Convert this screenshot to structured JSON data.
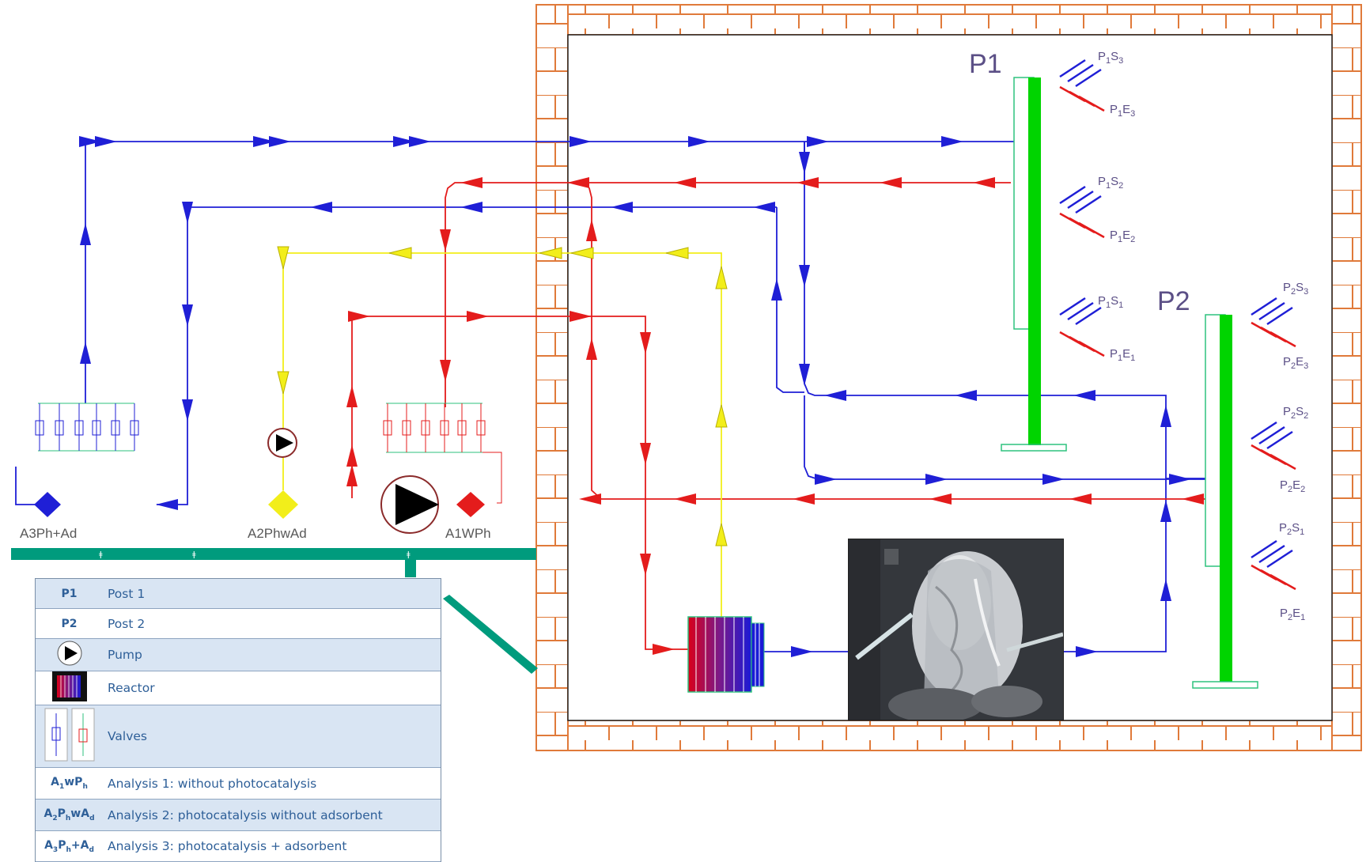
{
  "posts": {
    "p1": {
      "label": "P1",
      "points": [
        {
          "s": "S",
          "n": "3"
        },
        {
          "s": "E",
          "n": "3"
        },
        {
          "s": "S",
          "n": "2"
        },
        {
          "s": "E",
          "n": "2"
        },
        {
          "s": "S",
          "n": "1"
        },
        {
          "s": "E",
          "n": "1"
        }
      ]
    },
    "p2": {
      "label": "P2",
      "points": [
        {
          "s": "S",
          "n": "3"
        },
        {
          "s": "E",
          "n": "3"
        },
        {
          "s": "S",
          "n": "2"
        },
        {
          "s": "E",
          "n": "2"
        },
        {
          "s": "S",
          "n": "1"
        },
        {
          "s": "E",
          "n": "1"
        }
      ]
    }
  },
  "analyses": {
    "a3": "A3Ph+Ad",
    "a2": "A2PhwAd",
    "a1": "A1WPh"
  },
  "legend": {
    "rows": [
      {
        "key": "P1",
        "value": "Post 1"
      },
      {
        "key": "P2",
        "value": "Post 2"
      },
      {
        "key": "",
        "value": "Pump"
      },
      {
        "key": "",
        "value": "Reactor"
      },
      {
        "key": "",
        "value": "Valves"
      },
      {
        "key_html": "A<sub>1</sub>wP<sub>h</sub>",
        "value": "Analysis 1: without photocatalysis"
      },
      {
        "key_html": "A<sub>2</sub>P<sub>h</sub>wA<sub>d</sub>",
        "value": "Analysis 2:  photocatalysis without adsorbent"
      },
      {
        "key_html": "A<sub>3</sub>P<sub>h</sub>+A<sub>d</sub>",
        "value": "Analysis 3: photocatalysis + adsorbent"
      }
    ]
  },
  "colors": {
    "blue_line": "#1f1fd6",
    "red_line": "#e41c1c",
    "yellow_line": "#f2ee1a",
    "brick": "#e07a3a",
    "green_bar": "#00e000",
    "teal": "#009b7d"
  }
}
